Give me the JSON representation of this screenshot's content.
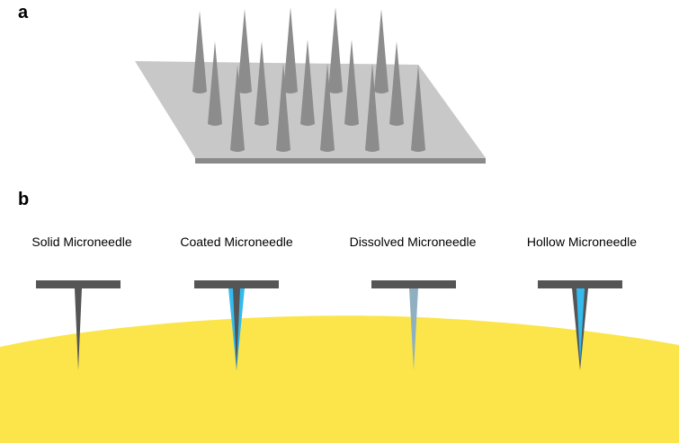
{
  "panels": {
    "a": {
      "label": "a"
    },
    "b": {
      "label": "b"
    }
  },
  "needle_types": [
    {
      "label": "Solid Microneedle"
    },
    {
      "label": "Coated Microneedle"
    },
    {
      "label": "Dissolved Microneedle"
    },
    {
      "label": "Hollow Microneedle"
    }
  ],
  "colors": {
    "plate_top": "#c8c8c8",
    "plate_side": "#8a8a8a",
    "cone": "#8c8c8c",
    "needle_dark": "#555555",
    "coating_blue": "#33bbee",
    "dissolved": "#8fb0c0",
    "skin": "#fbe54a"
  }
}
